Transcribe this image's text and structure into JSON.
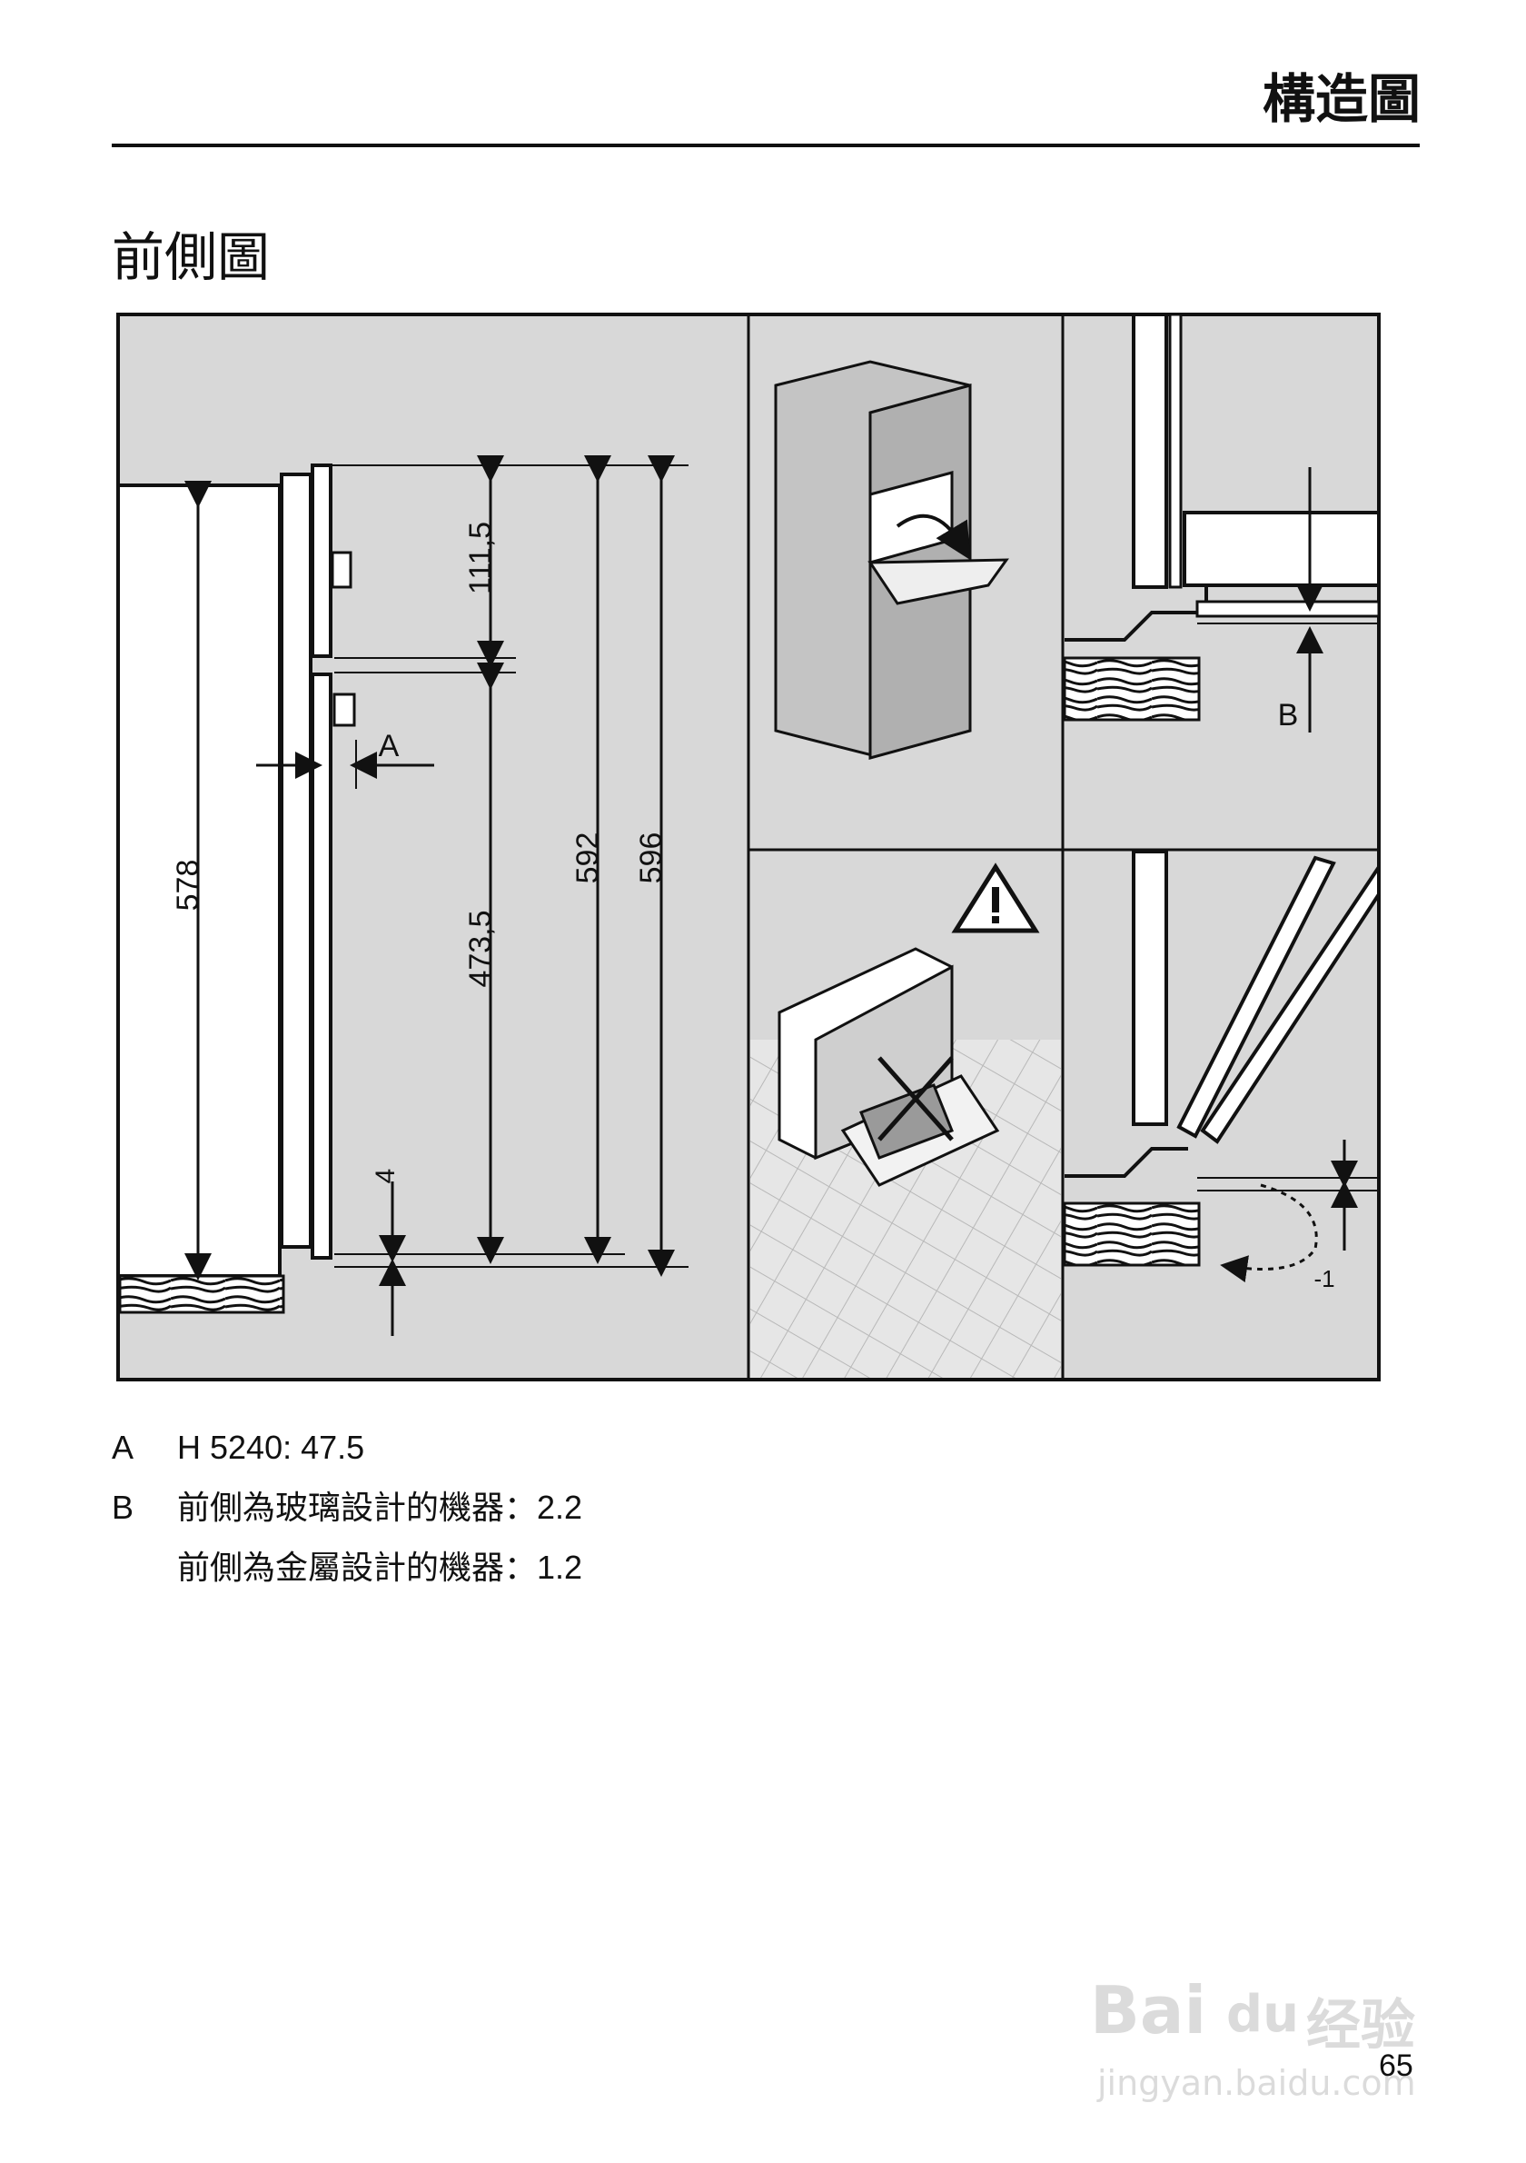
{
  "header": {
    "title": "構造圖"
  },
  "section": {
    "title": "前側圖"
  },
  "diagram": {
    "dimensions": {
      "d578": "578",
      "d111_5": "111,5",
      "d473_5": "473,5",
      "d592": "592",
      "d596": "596",
      "d4": "4",
      "label_a": "A",
      "label_b": "B",
      "d_minus1": "-1"
    }
  },
  "legend": [
    {
      "key": "A",
      "text": "H 5240: 47.5"
    },
    {
      "key": "B",
      "text": "前側為玻璃設計的機器：2.2"
    },
    {
      "key": "",
      "text": "前側為金屬設計的機器：1.2"
    }
  ],
  "page": {
    "number": "65"
  },
  "watermark": {
    "brand": "Bai",
    "brand_suffix": "du",
    "cn": "经验",
    "url": "jingyan.baidu.com"
  }
}
